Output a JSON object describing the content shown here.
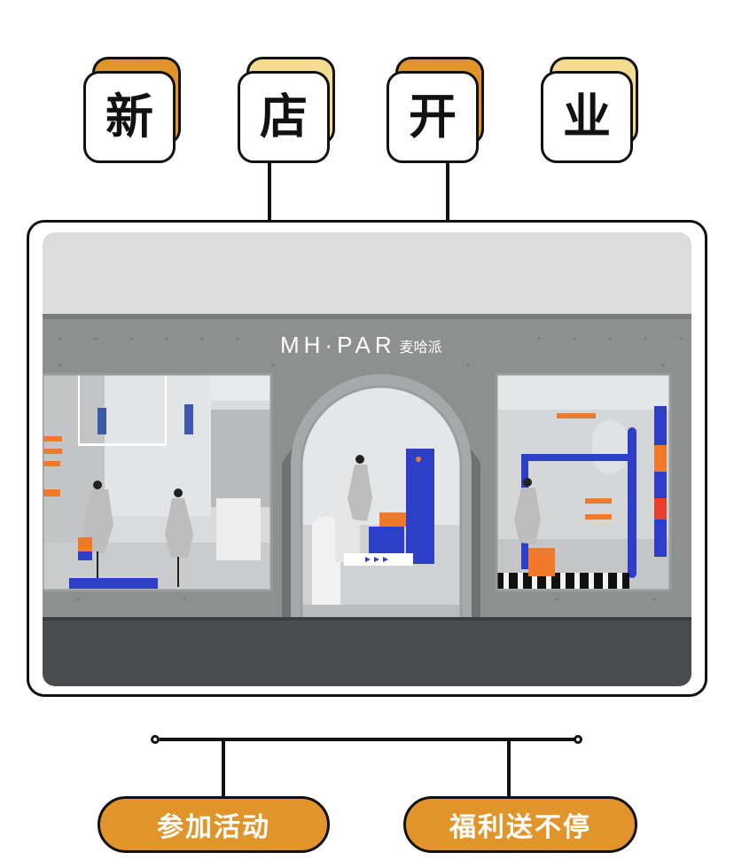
{
  "colors": {
    "accent_orange": "#e0942a",
    "accent_yellow": "#f5db8f",
    "outline": "#111111",
    "store_blue": "#2d3fc8",
    "store_orange": "#f07a2a"
  },
  "title": {
    "chars": [
      "新",
      "店",
      "开",
      "业"
    ]
  },
  "store": {
    "brand_latin": "MH·PAR",
    "brand_cn": "麦哈派"
  },
  "buttons": {
    "join_label": "参加活动",
    "benefits_label": "福利送不停"
  }
}
